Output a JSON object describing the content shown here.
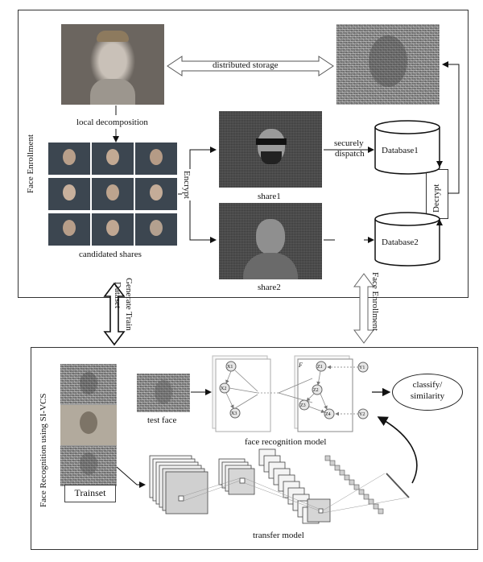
{
  "panels": {
    "top": "Face Enrollment",
    "bottom": "Face Recognition using SI-VCS"
  },
  "labels": {
    "distributed_storage": "distributed storage",
    "local_decomposition": "local decomposition",
    "candidated_shares": "candidated shares",
    "encrypt": "Encrypt",
    "share1": "share1",
    "share2": "share2",
    "securely": "securely",
    "dispatch": "dispatch",
    "database1": "Database1",
    "database2": "Database2",
    "decrypt": "Decrypt",
    "generate_train": "Generate Train",
    "dataset": "Dataset",
    "face_enrollment_arrow": "Face Enrollment",
    "trainset": "Trainset",
    "test_face": "test face",
    "face_recognition_model": "face recognition model",
    "transfer_model": "transfer model",
    "classify": "classify/",
    "similarity": "similarity"
  },
  "graph": {
    "frame_label": "F",
    "left_nodes": [
      "X1",
      "X2",
      "X3"
    ],
    "right_nodes": [
      "Z1",
      "Z2",
      "Z3",
      "Z4"
    ],
    "outputs": [
      "Y1",
      "Y2"
    ]
  },
  "colors": {
    "line": "#111111",
    "panel_border": "#333333",
    "arrow_outline": "#555555"
  }
}
